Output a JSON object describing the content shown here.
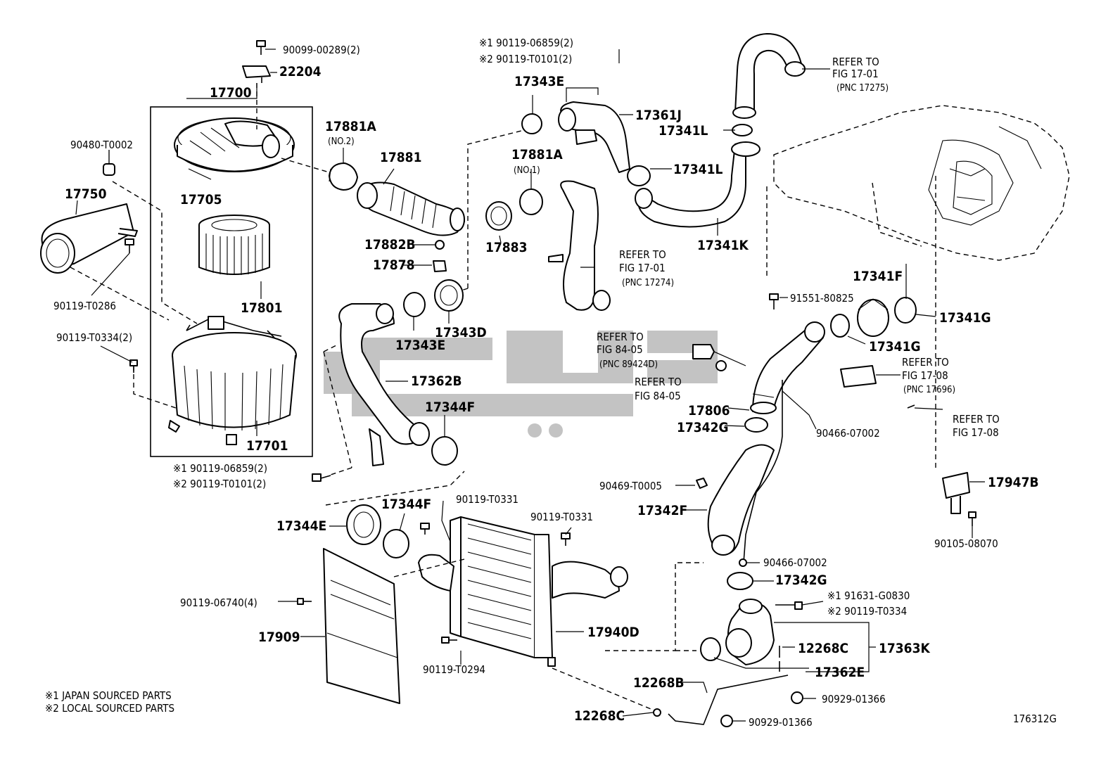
{
  "diagram_code": "176312G",
  "notes": [
    "※1 JAPAN SOURCED PARTS",
    "※2 LOCAL SOURCED PARTS"
  ],
  "parts": {
    "p90099": "90099-00289(2)",
    "p22204": "22204",
    "p17700": "17700",
    "p90480": "90480-T0002",
    "p17750": "17750",
    "p17705": "17705",
    "p17801": "17801",
    "p17701": "17701",
    "p90119_t0286": "90119-T0286",
    "p90119_t0334_2": "90119-T0334(2)",
    "p_left_bolt1": "※1 90119-06859(2)",
    "p_left_bolt2": "※2 90119-T0101(2)",
    "p17881a_2": "17881A",
    "p17881a_2_sub": "(NO.2)",
    "p17881": "17881",
    "p17882b": "17882B",
    "p17878": "17878",
    "p17883": "17883",
    "p17881a_1": "17881A",
    "p17881a_1_sub": "(NO.1)",
    "p17343e_top": "17343E",
    "p_top_bolt1": "※1  90119-06859(2)",
    "p_top_bolt2": "※2  90119-T0101(2)",
    "p17361j": "17361J",
    "p17341l_a": "17341L",
    "p17341l_b": "17341L",
    "p17341k": "17341K",
    "ref1701_a_1": "REFER TO",
    "ref1701_a_2": "FIG 17-01",
    "ref1701_a_3": "(PNC 17275)",
    "ref1701_b_1": "REFER TO",
    "ref1701_b_2": "FIG 17-01",
    "ref1701_b_3": "(PNC 17274)",
    "p17343e_mid": "17343E",
    "p17343d": "17343D",
    "p17362b": "17362B",
    "p17344f_mid": "17344F",
    "p17341f": "17341F",
    "p91551": "91551-80825",
    "p17341g_a": "17341G",
    "p17341g_b": "17341G",
    "ref8405_a_1": "REFER TO",
    "ref8405_a_2": "FIG 84-05",
    "ref8405_a_3": "(PNC 89424D)",
    "ref8405_b_1": "REFER TO",
    "ref8405_b_2": "FIG 84-05",
    "ref1708_a_1": "REFER TO",
    "ref1708_a_2": "FIG 17-08",
    "ref1708_a_3": "(PNC 17696)",
    "ref1708_b_1": "REFER TO",
    "ref1708_b_2": "FIG 17-08",
    "p17806": "17806",
    "p17342g_a": "17342G",
    "p90466_a": "90466-07002",
    "p90469": "90469-T0005",
    "p17342f": "17342F",
    "p17947b": "17947B",
    "p90105": "90105-08070",
    "p90466_b": "90466-07002",
    "p17342g_b": "17342G",
    "p_right_bolt1": "※1 91631-G0830",
    "p_right_bolt2": "※2 90119-T0334",
    "p12268c_a": "12268C",
    "p17363k": "17363K",
    "p17362e": "17362E",
    "p12268b": "12268B",
    "p90929_a": "90929-01366",
    "p90929_b": "90929-01366",
    "p12268c_b": "12268C",
    "p17344e": "17344E",
    "p17344f_low": "17344F",
    "p90119_t0331_a": "90119-T0331",
    "p90119_t0331_b": "90119-T0331",
    "p90119_06740": "90119-06740(4)",
    "p17909": "17909",
    "p17940d": "17940D",
    "p90119_t0294": "90119-T0294"
  }
}
